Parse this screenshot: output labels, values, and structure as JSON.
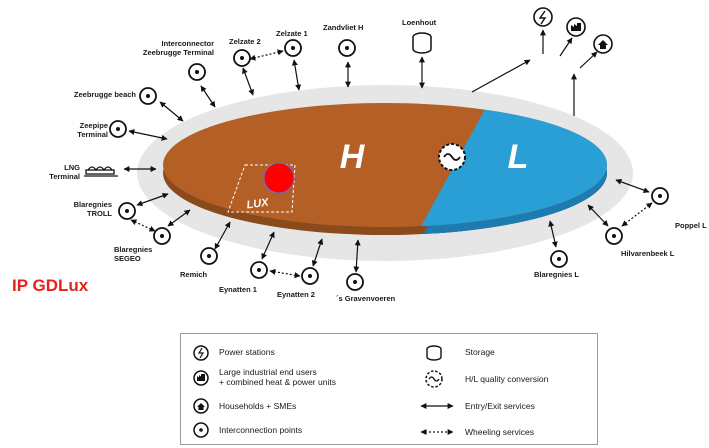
{
  "zones": {
    "high": "H",
    "low": "L",
    "lux": "LUX"
  },
  "ip_label": "IP GDLux",
  "points": {
    "interconnector": "Interconnector\nZeebrugge Terminal",
    "zelzate2": "Zelzate 2",
    "zelzate1": "Zelzate 1",
    "zandvliet": "Zandvliet H",
    "loenhout": "Loenhout",
    "zeebrugge_beach": "Zeebrugge beach",
    "zeepipe": "Zeepipe\nTerminal",
    "lng": "LNG\nTerminal",
    "blaregnies_troll": "Blaregnies\nTROLL",
    "blaregnies_segeo": "Blaregnies\nSEGEO",
    "remich": "Remich",
    "eynatten1": "Eynatten 1",
    "eynatten2": "Eynatten 2",
    "gravenvoeren": "´s Gravenvoeren",
    "blaregnies_l": "Blaregnies L",
    "hilvarenbeek": "Hilvarenbeek L",
    "poppel": "Poppel L"
  },
  "legend": {
    "power": "Power stations",
    "industrial": "Large industrial end users\n+ combined heat & power units",
    "households": "Households + SMEs",
    "interconnection": "Interconnection points",
    "storage": "Storage",
    "conversion": "H/L quality conversion",
    "entry_exit": "Entry/Exit services",
    "wheeling": "Wheeling services"
  },
  "colors": {
    "high_zone": "#b45f26",
    "low_zone": "#2a9fd6",
    "halo": "#e6e6e6",
    "lux_dot": "#ff0000",
    "ip_label": "#e8211a"
  }
}
